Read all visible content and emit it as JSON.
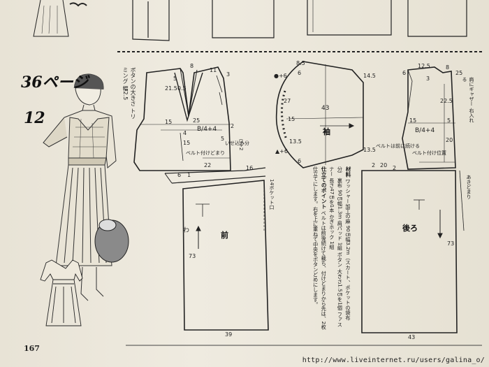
{
  "page_number": "167",
  "source_url": "http://www.liveinternet.ru/users/galina_o/",
  "pattern": {
    "page_ref": "36ページ",
    "number": "12"
  },
  "bodice_note": "ボタンの大きさ トリミング 幅2.5",
  "bodice": {
    "dims": [
      "8",
      "11",
      "3",
      "5",
      "21.5",
      "0.5",
      "25",
      "15",
      "4",
      "B/4+4",
      "5",
      "15",
      "22",
      "6",
      "1",
      "2"
    ],
    "notes": [
      "いせ込み分",
      "ベルト付けどまり",
      "ロ+2"
    ],
    "belt_loop_note": "16"
  },
  "sleeve": {
    "name": "袖",
    "dims": [
      "6",
      "8.5",
      "14.5",
      "27",
      "43",
      "15",
      "13.5",
      "13.5",
      "6"
    ],
    "marks": [
      "●+6",
      "▲+6"
    ]
  },
  "back_bodice": {
    "dims": [
      "12.5",
      "8",
      "25",
      "6",
      "3",
      "22.5",
      "15",
      "B/4+4",
      "20",
      "5",
      "2"
    ],
    "notes": [
      "肩にギャザー 右入れる",
      "ベルトは前に続ける",
      "ベルト付け位置"
    ]
  },
  "skirt_front": {
    "name": "前",
    "dims": [
      "73",
      "39",
      "14"
    ],
    "notes": [
      "わ",
      "14ポケット口"
    ]
  },
  "skirt_back": {
    "name": "後ろ",
    "dims": [
      "20",
      "2",
      "73",
      "43"
    ],
    "notes": [
      "あきどまり"
    ]
  },
  "instructions": {
    "materials_heading": "材料",
    "materials_text": "ワッシャー加工の麻 90㎝幅3.2m（スカート、ポケットの袋布分） 裏布 90㎝幅1.3m 肩パッド 1組 ボタン 大きさ1.5㎝を1個 ファスナー 長さ47㎝を1本 かぎホック 1組",
    "points_heading": "仕立てのポイント",
    "points_text": "ベルトは前後続けて裁ち、付けどまりから先は、2枚仕立てにします。右を上に重ねて中央をボタンどめにします。"
  }
}
